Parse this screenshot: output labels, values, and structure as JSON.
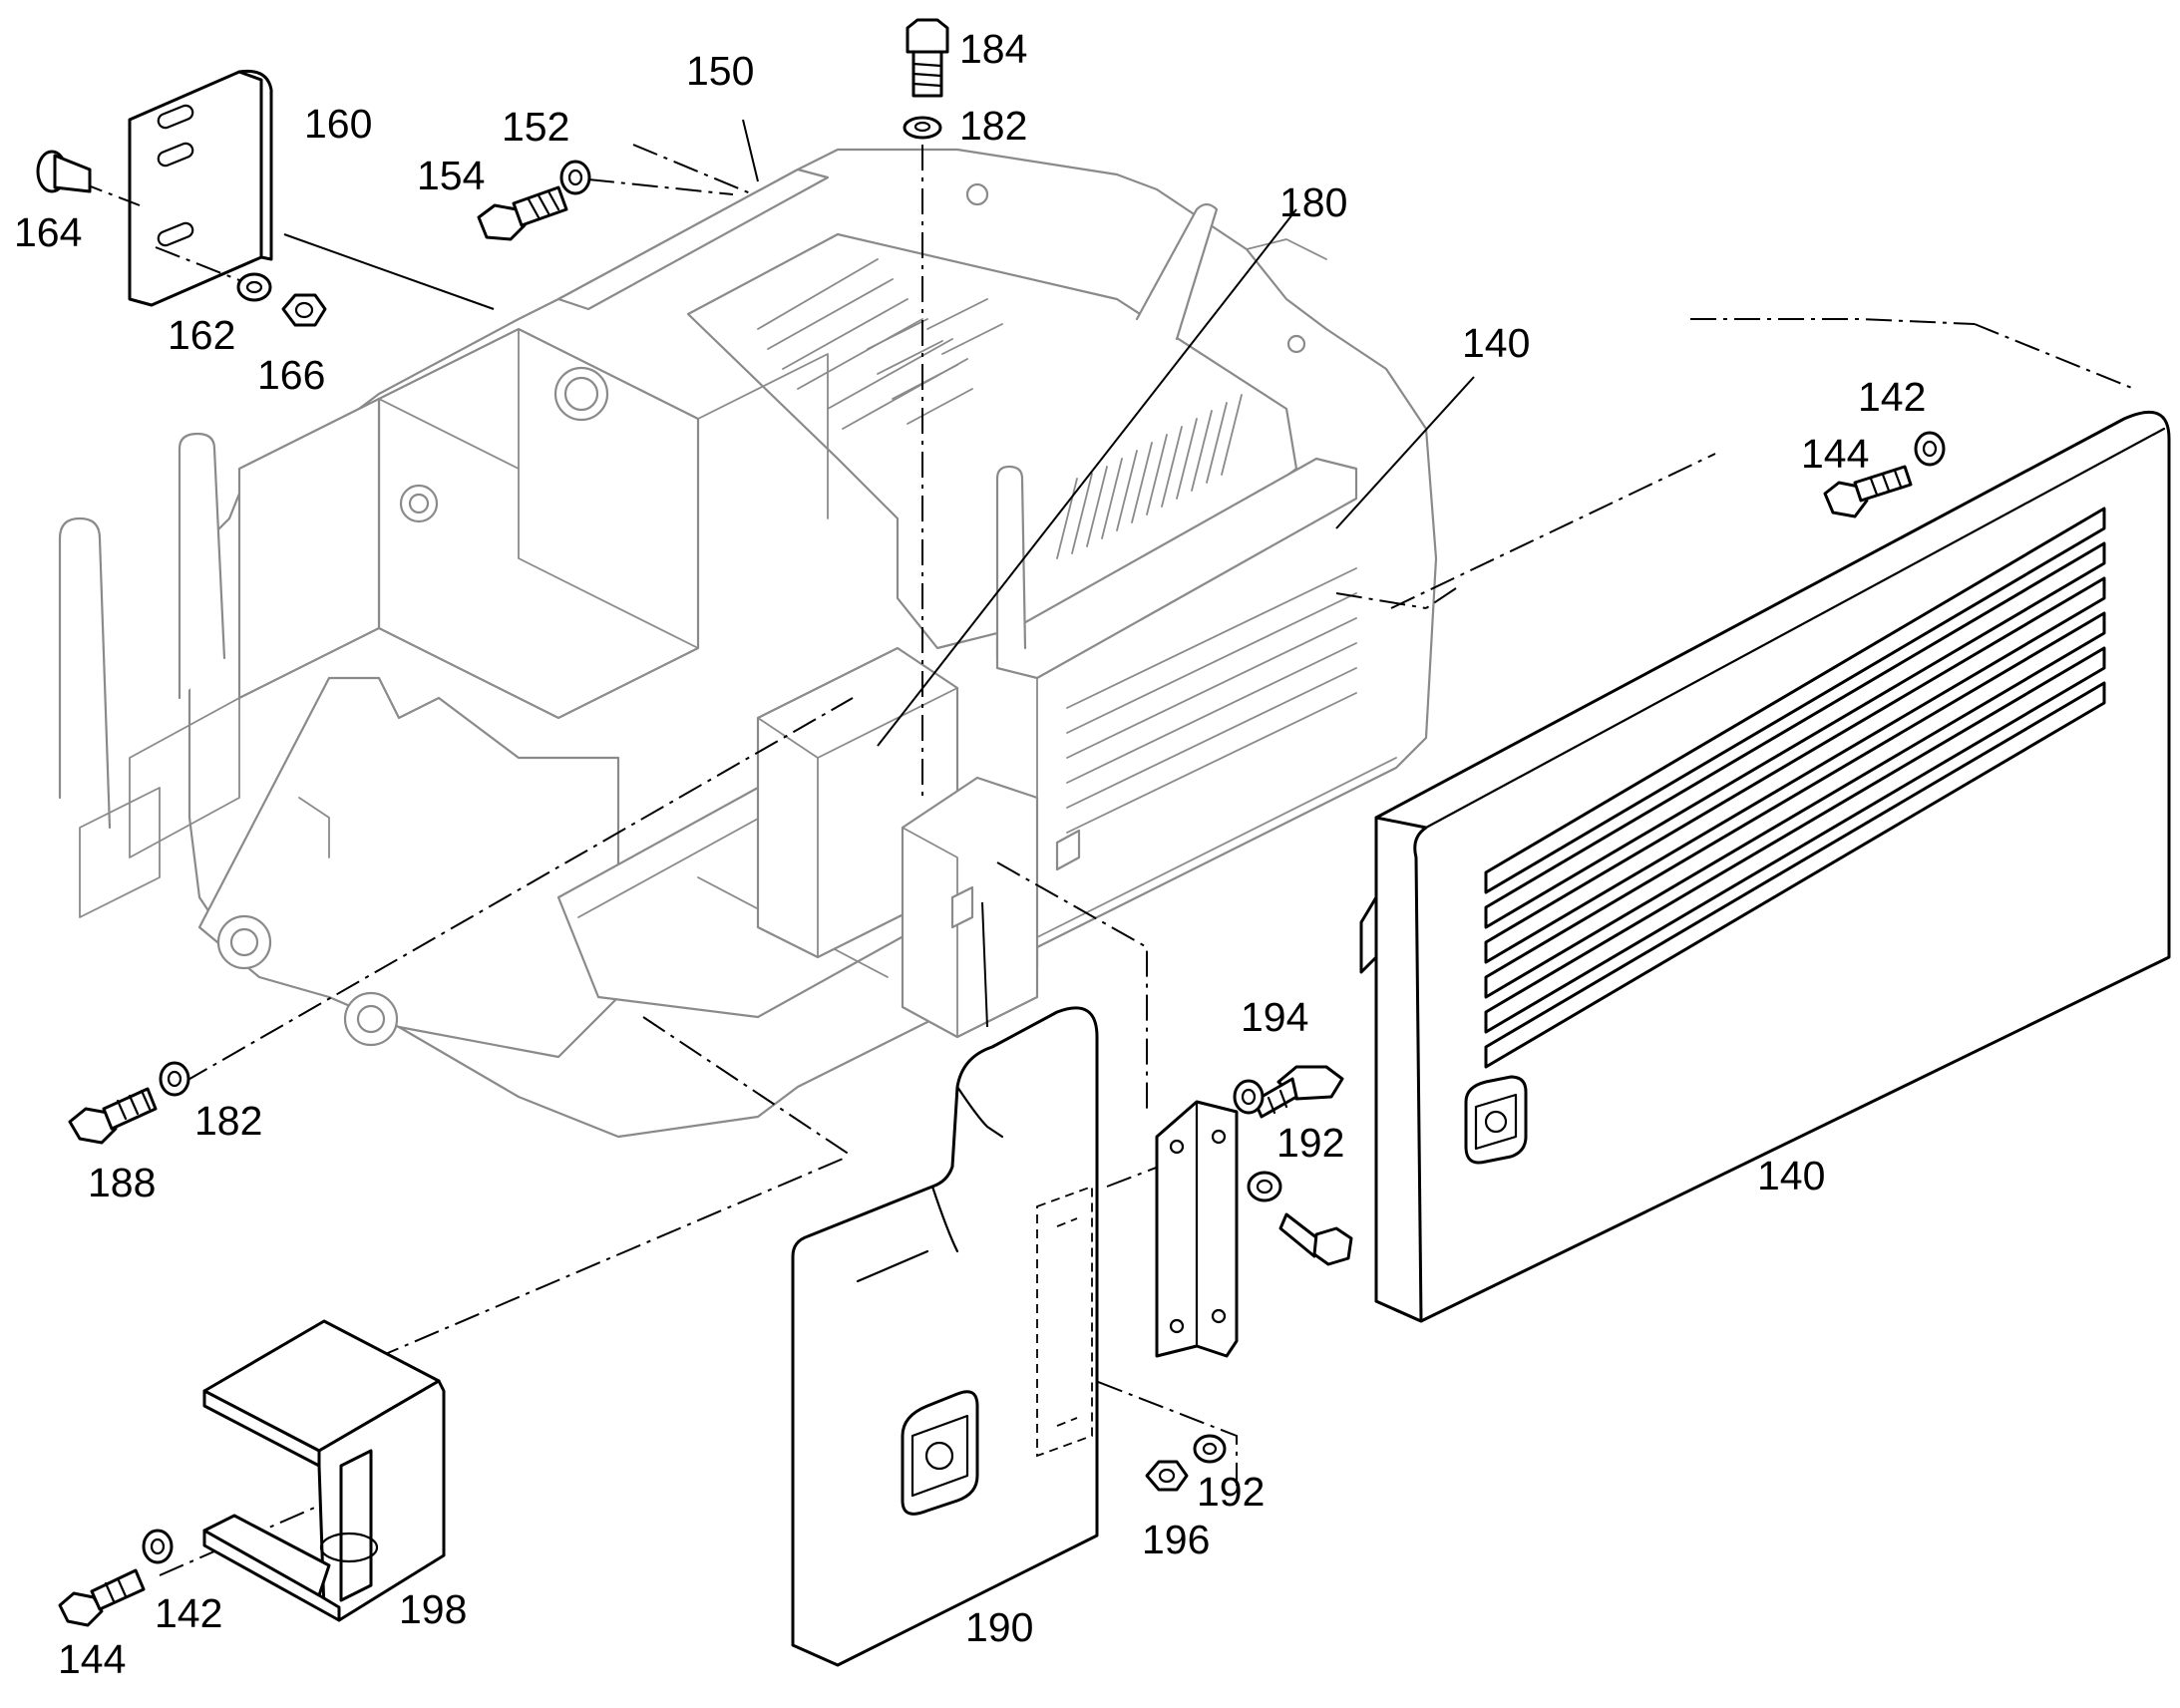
{
  "diagram": {
    "callouts": {
      "c184": "184",
      "c182_top": "182",
      "c150": "150",
      "c152": "152",
      "c154": "154",
      "c160": "160",
      "c164": "164",
      "c162": "162",
      "c166": "166",
      "c180": "180",
      "c140_top": "140",
      "c142_right": "142",
      "c144_right": "144",
      "c140_panel": "140",
      "c194": "194",
      "c192_upper": "192",
      "c192_lower": "192",
      "c196": "196",
      "c190": "190",
      "c182_left": "182",
      "c188": "188",
      "c198": "198",
      "c142_left": "142",
      "c144_left": "144"
    }
  }
}
